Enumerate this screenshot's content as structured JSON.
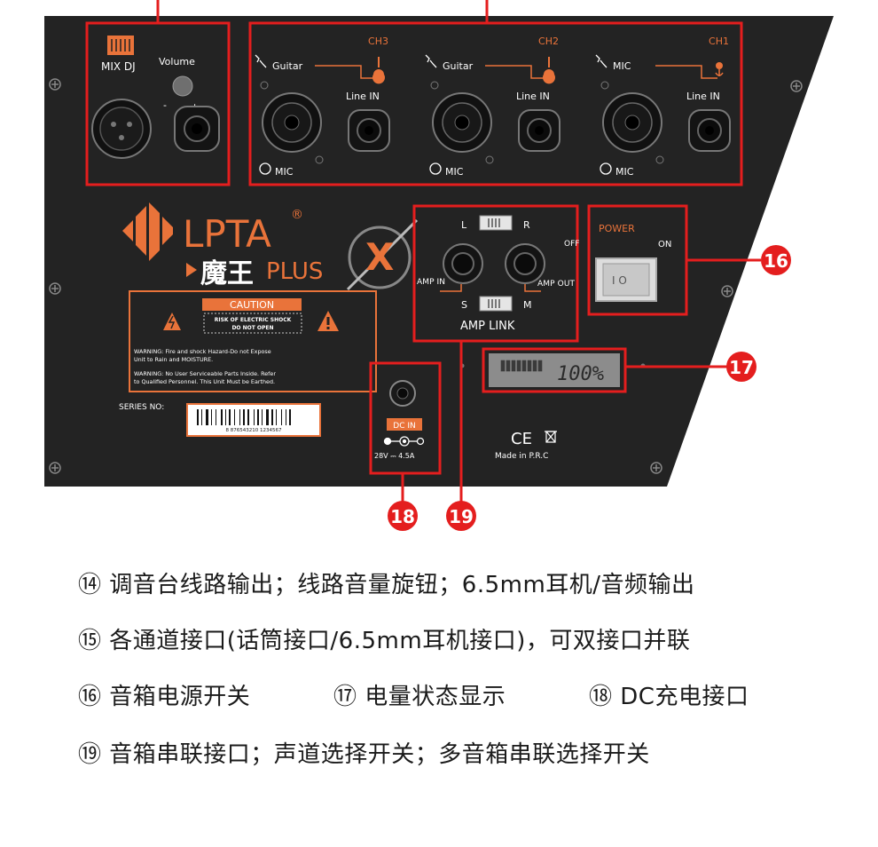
{
  "panel": {
    "colors": {
      "panel": "#232323",
      "highlight": "#e41e1e",
      "accent": "#e9733a",
      "text": "#ffffff",
      "lcd": "#8c8c8c"
    },
    "mix_dj": "MIX DJ",
    "volume": "Volume",
    "vol_minus": "-",
    "vol_plus": "+",
    "channels": [
      {
        "name": "CH3",
        "input": "Guitar",
        "line": "Line IN",
        "mic": "MIC"
      },
      {
        "name": "CH2",
        "input": "Guitar",
        "line": "Line IN",
        "mic": "MIC"
      },
      {
        "name": "CH1",
        "input": "MIC",
        "line": "Line IN",
        "mic": "MIC"
      }
    ],
    "brand": "LPTA",
    "brand_mark": "®",
    "sub_brand_cn": "魔王",
    "plus": "PLUS",
    "x_mark": "X",
    "amp_link": {
      "l": "L",
      "r": "R",
      "s": "S",
      "m": "M",
      "amp_in": "AMP IN",
      "amp_out": "AMP OUT",
      "title": "AMP LINK"
    },
    "power": {
      "label": "POWER",
      "on": "ON",
      "off": "OFF",
      "switch_symbol": "I O"
    },
    "battery": {
      "text": "100%",
      "level_percent": 100
    },
    "caution": {
      "title": "CAUTION",
      "risk_line1": "RISK OF ELECTRIC SHOCK",
      "risk_line2": "DO NOT OPEN",
      "warning1_line1": "WARNING: Fire and shock Hazard-Do not Expose",
      "warning1_line2": "Unit to Rain and MOISTURE.",
      "warning2_line1": "WARNING: No User Serviceable Parts Inside. Refer",
      "warning2_line2": "to Qualified Personnel. This Unit Must be Earthed."
    },
    "series_no": "SERIES NO:",
    "barcode_digits": "8 876543210 1234567",
    "dc_in": {
      "label": "DC IN",
      "spec": "28V ⎓ 4.5A"
    },
    "ce": "CE",
    "made_in": "Made in P.R.C",
    "markers": [
      "16",
      "17",
      "18",
      "19"
    ]
  },
  "captions": [
    {
      "num": "⑭",
      "text": "调音台线路输出；线路音量旋钮；6.5mm耳机/音频输出"
    },
    {
      "num": "⑮",
      "text": "各通道接口(话筒接口/6.5mm耳机接口)，可双接口并联"
    },
    {
      "num": "⑯",
      "text": "音箱电源开关"
    },
    {
      "num": "⑰",
      "text": "电量状态显示"
    },
    {
      "num": "⑱",
      "text": "DC充电接口"
    },
    {
      "num": "⑲",
      "text": "音箱串联接口；声道选择开关；多音箱串联选择开关"
    }
  ]
}
